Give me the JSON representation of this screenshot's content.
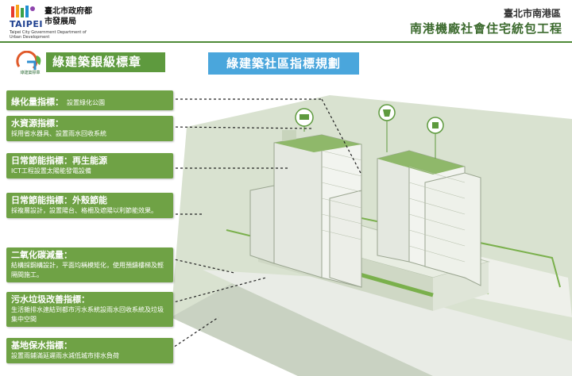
{
  "header": {
    "logo_word": "TAIPEI",
    "logo_zh": "臺北市政府都市發展局",
    "logo_en": "Taipei City Government Department of Urban Development",
    "district": "臺北市南港區",
    "project": "南港機廠社會住宅統包工程"
  },
  "section": {
    "badge_logo_label": "綠建築標章",
    "badge_title": "綠建築銀級標章",
    "plan_title": "綠建築社區指標規劃"
  },
  "indicators": [
    {
      "title": "綠化量指標：",
      "desc": "設置綠化公園"
    },
    {
      "title": "水資源指標：",
      "desc": "採用省水器具、設置雨水回收系統"
    },
    {
      "title": "日常節能指標：再生能源",
      "desc": "ICT工程設置太陽能發電設備"
    },
    {
      "title": "日常節能指標：外殼節能",
      "desc": "採複層設計，設置陽台、格柵及遮陽以利節能效果。"
    },
    {
      "title": "二氧化碳減量：",
      "desc": "結構採鋼構設計，平面均稱模矩化，使用預鑄樓梯及輕隔間施工。"
    },
    {
      "title": "污水垃圾改善指標：",
      "desc": "生活雜排水連結到都市污水系統設雨水回收系統及垃圾集中空間"
    },
    {
      "title": "基地保水指標：",
      "desc": "設置雨鋪滿延遲雨水減低城市排水負荷"
    }
  ],
  "colors": {
    "card_green": "#6fa245",
    "title_green": "#5e9a3e",
    "plan_blue": "#4aa6dc",
    "project_green": "#3c6a2e"
  }
}
